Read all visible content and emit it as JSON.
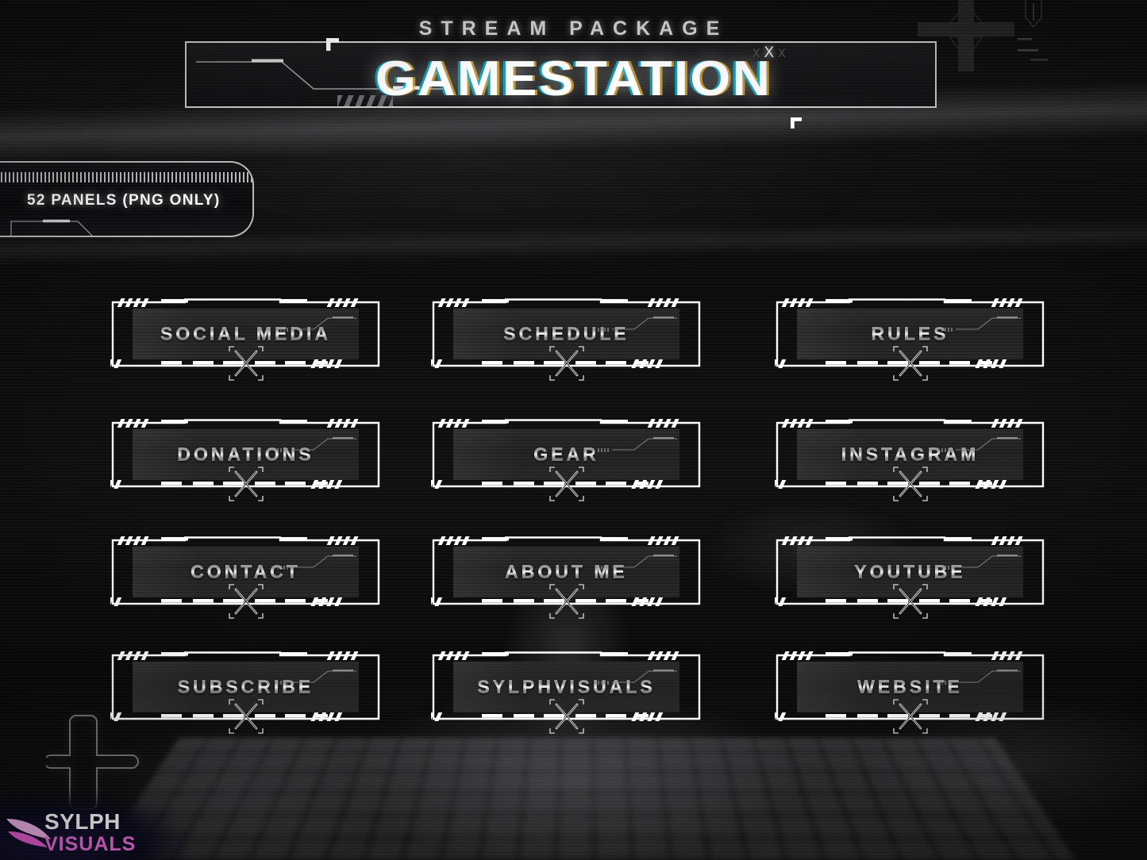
{
  "header": {
    "eyebrow": "STREAM PACKAGE",
    "title": "GAMESTATION",
    "xxx_left": "x",
    "xxx_mid": "X",
    "xxx_right": "x"
  },
  "badge": {
    "label": "52 PANELS (PNG ONLY)"
  },
  "panels": [
    {
      "label": "SOCIAL MEDIA"
    },
    {
      "label": "SCHEDULE"
    },
    {
      "label": "RULES"
    },
    {
      "label": "DONATIONS"
    },
    {
      "label": "GEAR"
    },
    {
      "label": "INSTAGRAM"
    },
    {
      "label": "CONTACT"
    },
    {
      "label": "ABOUT ME"
    },
    {
      "label": "YOUTUBE"
    },
    {
      "label": "SUBSCRIBE"
    },
    {
      "label": "SYLPHVISUALS"
    },
    {
      "label": "WEBSITE"
    }
  ],
  "watermark": {
    "line1": "SYLPH",
    "line2": "VISUALS"
  },
  "colors": {
    "background": "#0d0d0d",
    "frame_stroke": "#ffffff",
    "text_metal_light": "#f4f4f4",
    "text_metal_dark": "#5e5e5e",
    "glitch_cyan": "#00bedc",
    "glitch_gold": "#e6b43c",
    "brand_pink": "#f06fe0"
  }
}
